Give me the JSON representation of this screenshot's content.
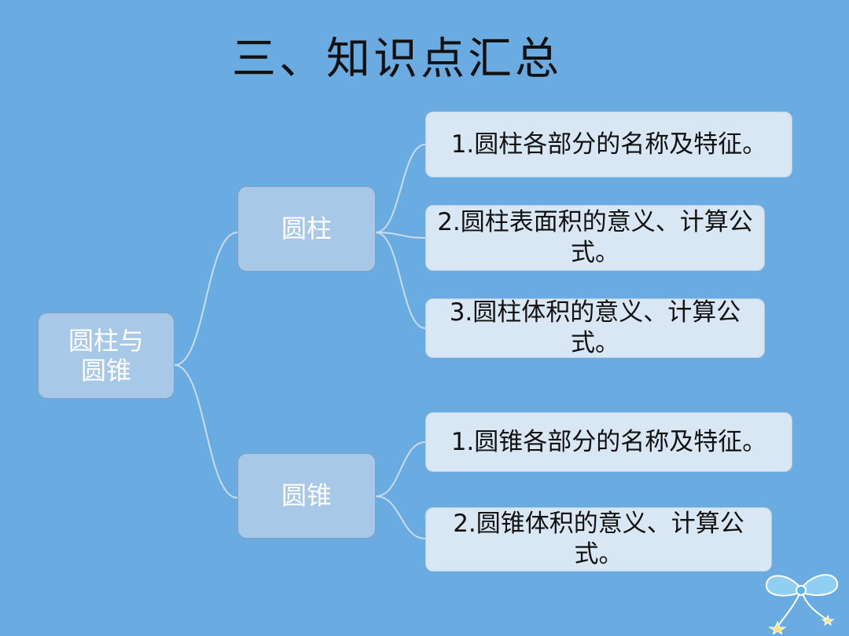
{
  "title": "三、知识点汇总",
  "root": {
    "label": "圆柱与\n圆锥"
  },
  "branches": [
    {
      "label": "圆柱",
      "items": [
        "1.圆柱各部分的名称及特征。",
        "2.圆柱表面积的意义、计算公式。",
        "3.圆柱体积的意义、计算公式。"
      ]
    },
    {
      "label": "圆锥",
      "items": [
        "1.圆锥各部分的名称及特征。",
        "2.圆锥体积的意义、计算公式。"
      ]
    }
  ],
  "colors": {
    "background": "#6aabe2",
    "node_fill": "#a8c8e8",
    "leaf_fill": "#d9e6f4",
    "connector": "#c8dcef"
  },
  "icons": {
    "decoration": "ribbon-bow-icon"
  }
}
